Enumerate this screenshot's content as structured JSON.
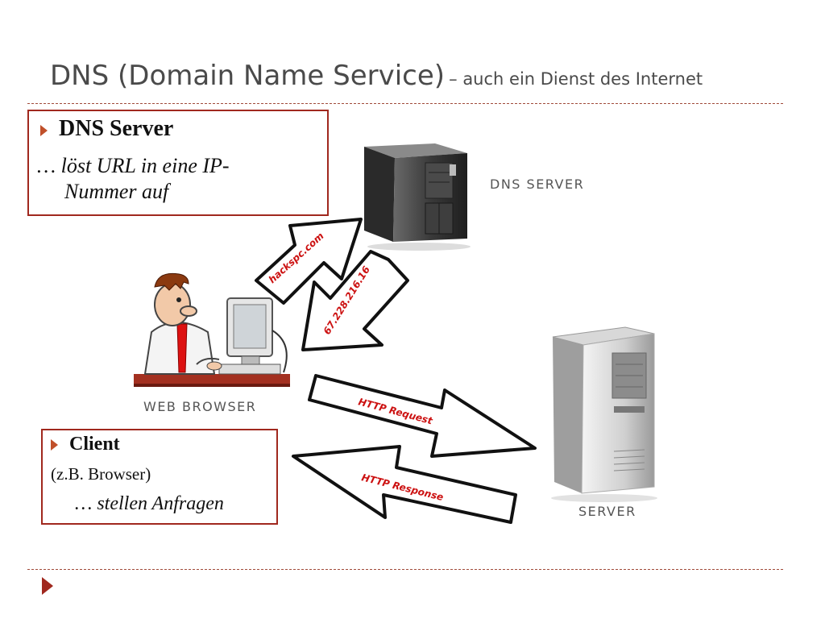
{
  "slide": {
    "title": "DNS (Domain Name Service)",
    "subtitle": "– auch ein Dienst des Internet"
  },
  "dns_box": {
    "heading": "DNS Server",
    "description_line1": "… löst URL in eine IP-",
    "description_line2": "Nummer auf"
  },
  "client_box": {
    "heading": "Client",
    "line1": "(z.B. Browser)",
    "line2": "… stellen Anfragen"
  },
  "diagram": {
    "dns_server_label": "DNS SERVER",
    "web_browser_label": "WEB BROWSER",
    "server_label": "SERVER",
    "arrow_query": "hackspc.com",
    "arrow_ip": "67.228.216.16",
    "arrow_request": "HTTP Request",
    "arrow_response": "HTTP Response"
  },
  "colors": {
    "accent": "#a0281e",
    "bullet": "#c0502a",
    "arrow_text": "#cc1111",
    "title": "#4a4a4a"
  }
}
